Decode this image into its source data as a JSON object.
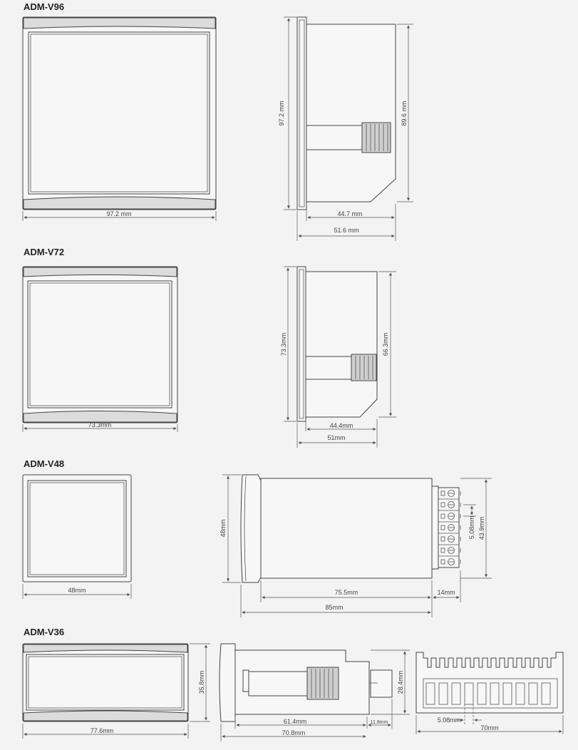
{
  "sections": [
    {
      "id": "v96",
      "title": "ADM-V96",
      "front": {
        "width": "97.2 mm"
      },
      "side": {
        "height": "97.2 mm",
        "body_height": "89.6 mm",
        "depth": "44.7 mm",
        "total_depth": "51.6 mm"
      }
    },
    {
      "id": "v72",
      "title": "ADM-V72",
      "front": {
        "width": "73.3mm"
      },
      "side": {
        "height": "73.3mm",
        "body_height": "66.3mm",
        "depth": "44.4mm",
        "total_depth": "51mm"
      }
    },
    {
      "id": "v48",
      "title": "ADM-V48",
      "front": {
        "width": "48mm"
      },
      "side": {
        "height": "48mm",
        "body_length": "75.5mm",
        "terminal": "14mm",
        "total": "85mm",
        "pitch": "5.08mm",
        "terminal_height": "43.9mm"
      }
    },
    {
      "id": "v36",
      "title": "ADM-V36",
      "front": {
        "width": "77.6mm",
        "height": "35.8mm"
      },
      "side": {
        "body": "61.4mm",
        "terminal": "11.8mm",
        "total": "70.8mm",
        "height": "28.4mm"
      },
      "back": {
        "pitch": "5.08mm",
        "width": "70mm"
      }
    }
  ]
}
